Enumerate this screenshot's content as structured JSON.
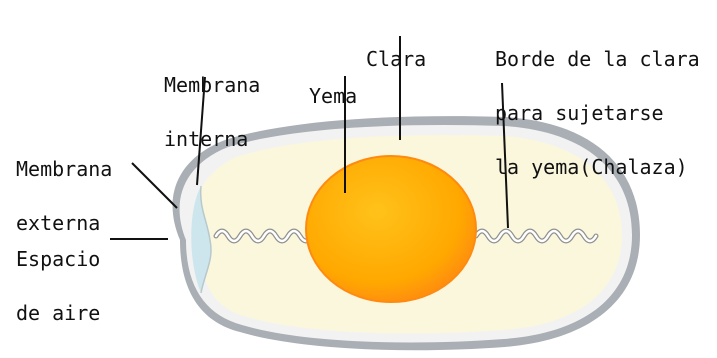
{
  "labels": {
    "membrana_interna": [
      "Membrana",
      "interna"
    ],
    "yema": "Yema",
    "clara": "Clara",
    "chalaza": [
      "Borde de la clara",
      "para sujetarse",
      "la yema(Chalaza)"
    ],
    "membrana_externa": [
      "Membrana",
      "externa"
    ],
    "espacio_aire": [
      "Espacio",
      "de aire"
    ]
  },
  "colors": {
    "shell": "#a9afb4",
    "albumen": "#fbf7dc",
    "yolk": "#ffb000",
    "yolk_edge": "#ff8a10",
    "air_space": "#cde6ee",
    "chalaza": "#8f8f8f",
    "leader_line": "#111111"
  }
}
